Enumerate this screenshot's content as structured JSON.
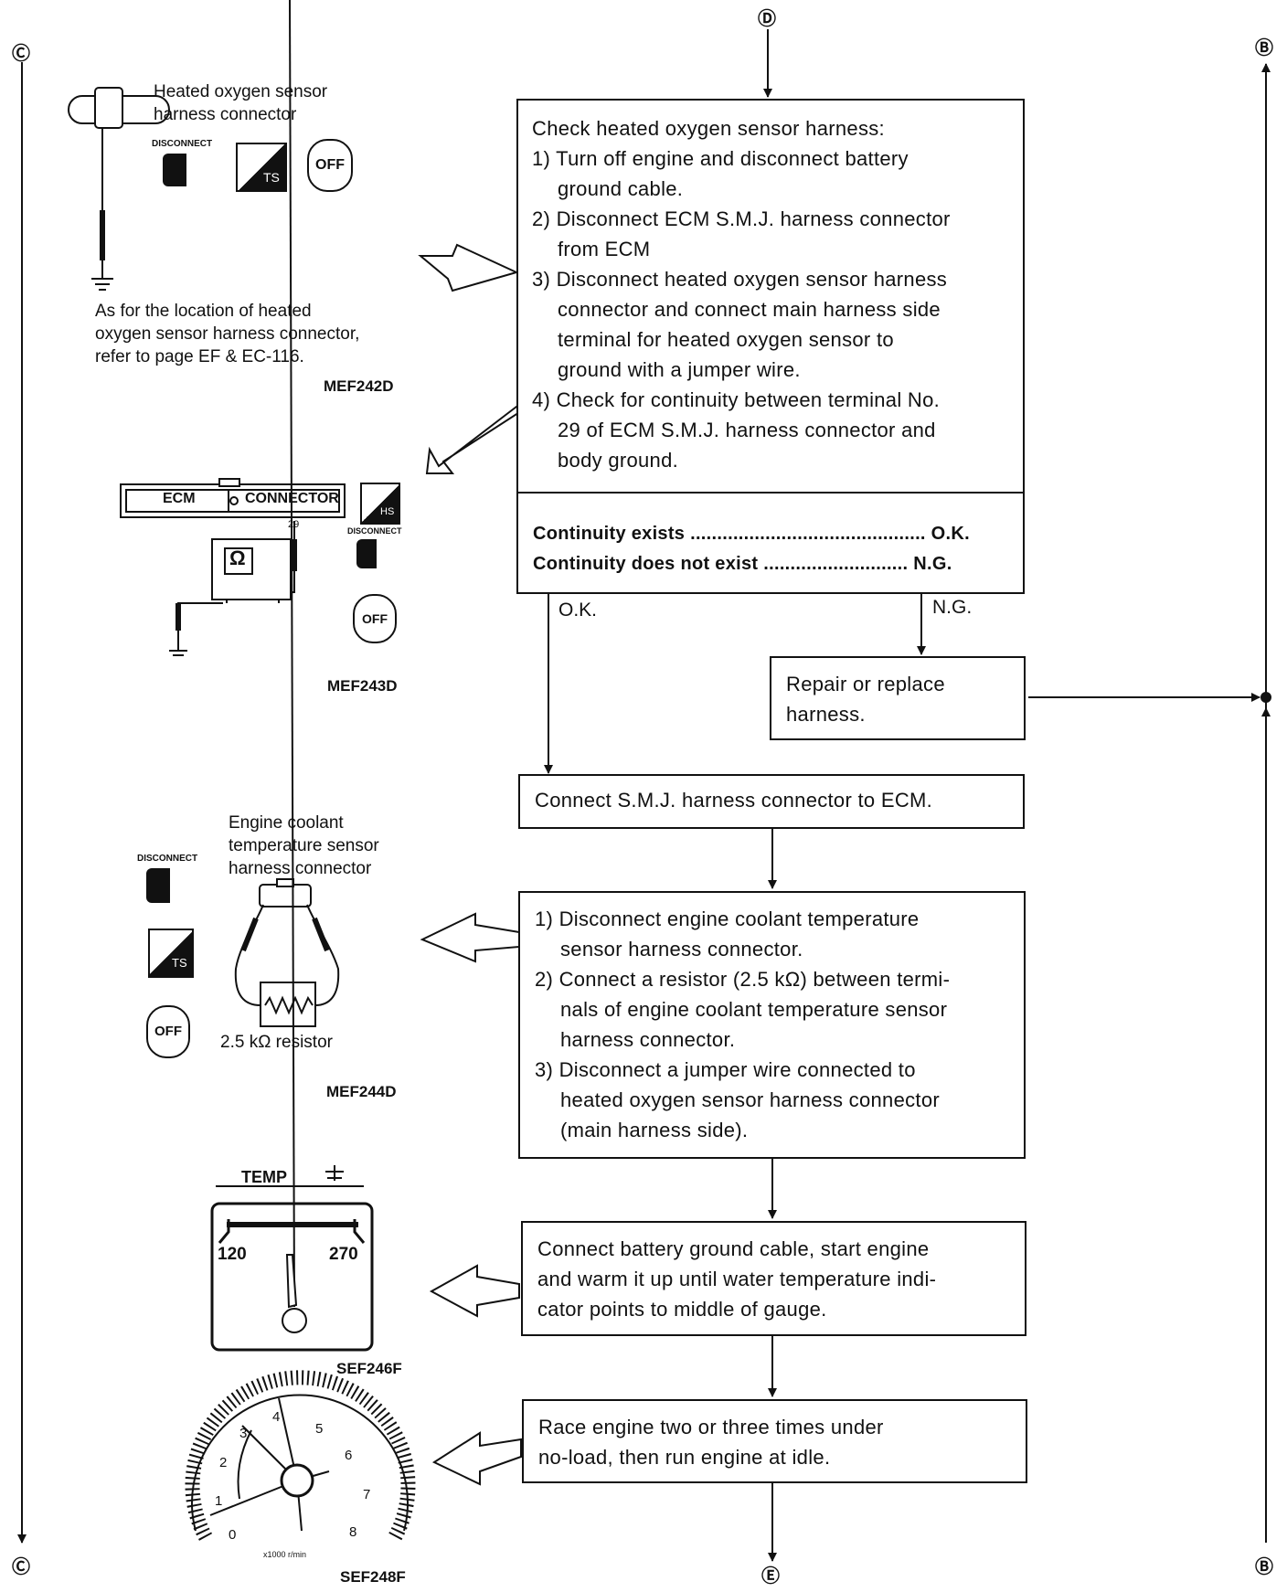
{
  "connectors": {
    "top": "Ⓓ",
    "left_top": "Ⓒ",
    "left_bottom": "Ⓒ",
    "right_top": "Ⓑ",
    "right_bottom": "Ⓑ",
    "bottom": "Ⓔ"
  },
  "step1": {
    "title": "Check heated oxygen sensor harness:",
    "items": [
      "1) Turn off engine and disconnect battery",
      "ground cable.",
      "2) Disconnect ECM S.M.J. harness connector",
      "from ECM",
      "3) Disconnect heated oxygen sensor harness",
      "connector and connect main harness side",
      "terminal for heated oxygen sensor to",
      "ground with a jumper wire.",
      "4) Check for continuity between terminal No.",
      "29 of ECM S.M.J. harness connector and",
      "body ground."
    ],
    "result_ok": "Continuity exists ............................................ O.K.",
    "result_ng": "Continuity does not exist ........................... N.G."
  },
  "branch": {
    "ok": "O.K.",
    "ng": "N.G."
  },
  "repair": [
    "Repair or replace",
    "harness."
  ],
  "step2": "Connect S.M.J. harness connector to ECM.",
  "step3": [
    "1) Disconnect engine coolant temperature",
    "sensor harness connector.",
    "2) Connect a resistor (2.5 kΩ) between termi-",
    "nals of engine coolant temperature sensor",
    "harness connector.",
    "3) Disconnect a jumper wire connected to",
    "heated oxygen sensor harness connector",
    "(main harness side)."
  ],
  "step4": [
    "Connect battery ground cable, start engine",
    "and warm it up until water temperature indi-",
    "cator points to middle of gauge."
  ],
  "step5": [
    "Race engine two or three times under",
    "no-load, then run engine at idle."
  ],
  "fig1": {
    "label": [
      "Heated oxygen sensor",
      "harness connector"
    ],
    "note": [
      "As for the location of heated",
      "oxygen sensor harness connector,",
      "refer to page EF & EC-116."
    ],
    "code": "MEF242D",
    "tags": {
      "disconnect": "DISCONNECT",
      "ts": "TS",
      "off": "OFF"
    }
  },
  "fig2": {
    "connector": [
      "ECM",
      "CONNECTOR"
    ],
    "terminal": "29",
    "meter": "Ω",
    "code": "MEF243D",
    "tags": {
      "hs": "HS",
      "disconnect": "DISCONNECT",
      "off": "OFF"
    }
  },
  "fig3": {
    "label": [
      "Engine coolant",
      "temperature sensor",
      "harness connector"
    ],
    "resistor": "2.5 kΩ  resistor",
    "code": "MEF244D",
    "tags": {
      "disconnect": "DISCONNECT",
      "ts": "TS",
      "off": "OFF"
    }
  },
  "fig4": {
    "title": "TEMP",
    "min": "120",
    "max": "270",
    "code": "SEF246F"
  },
  "fig5": {
    "ticks": [
      "0",
      "1",
      "2",
      "3",
      "4",
      "5",
      "6",
      "7",
      "8"
    ],
    "unit": "x1000 r/min",
    "code": "SEF248F"
  }
}
